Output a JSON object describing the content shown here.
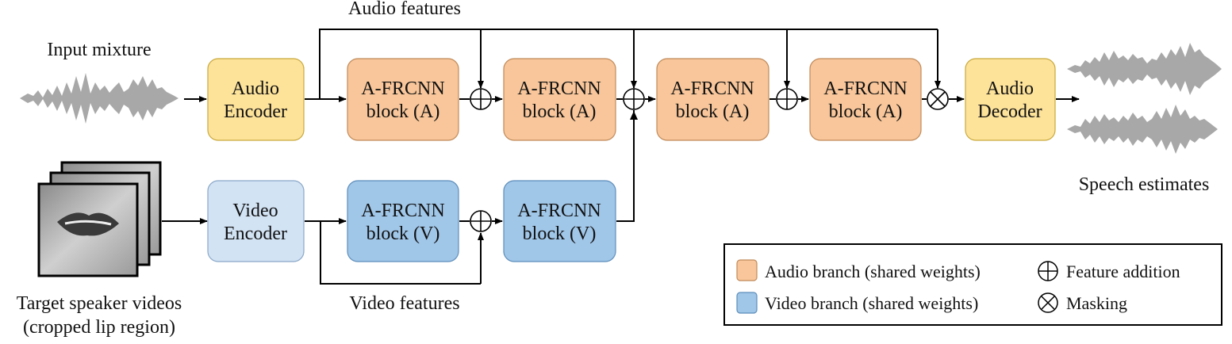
{
  "labels": {
    "audio_features": "Audio features",
    "video_features": "Video features",
    "input_mixture": "Input mixture",
    "speech_estimates": "Speech estimates",
    "target_line1": "Target speaker videos",
    "target_line2": "(cropped lip region)"
  },
  "blocks": {
    "audio_encoder": [
      "Audio",
      "Encoder"
    ],
    "video_encoder": [
      "Video",
      "Encoder"
    ],
    "audio_decoder": [
      "Audio",
      "Decoder"
    ],
    "afrcnn_a": [
      "A-FRCNN",
      "block (A)"
    ],
    "afrcnn_v": [
      "A-FRCNN",
      "block (V)"
    ]
  },
  "legend": {
    "audio_branch": "Audio branch (shared weights)",
    "video_branch": "Video branch (shared weights)",
    "feature_addition": "Feature addition",
    "masking": "Masking"
  },
  "colors": {
    "encoder_audio_fill": "#FDE39A",
    "encoder_video_fill": "#D2E3F4",
    "audio_block_fill": "#F8C69A",
    "video_block_fill": "#A0C6E8",
    "waveform": "#A8A8A8"
  }
}
